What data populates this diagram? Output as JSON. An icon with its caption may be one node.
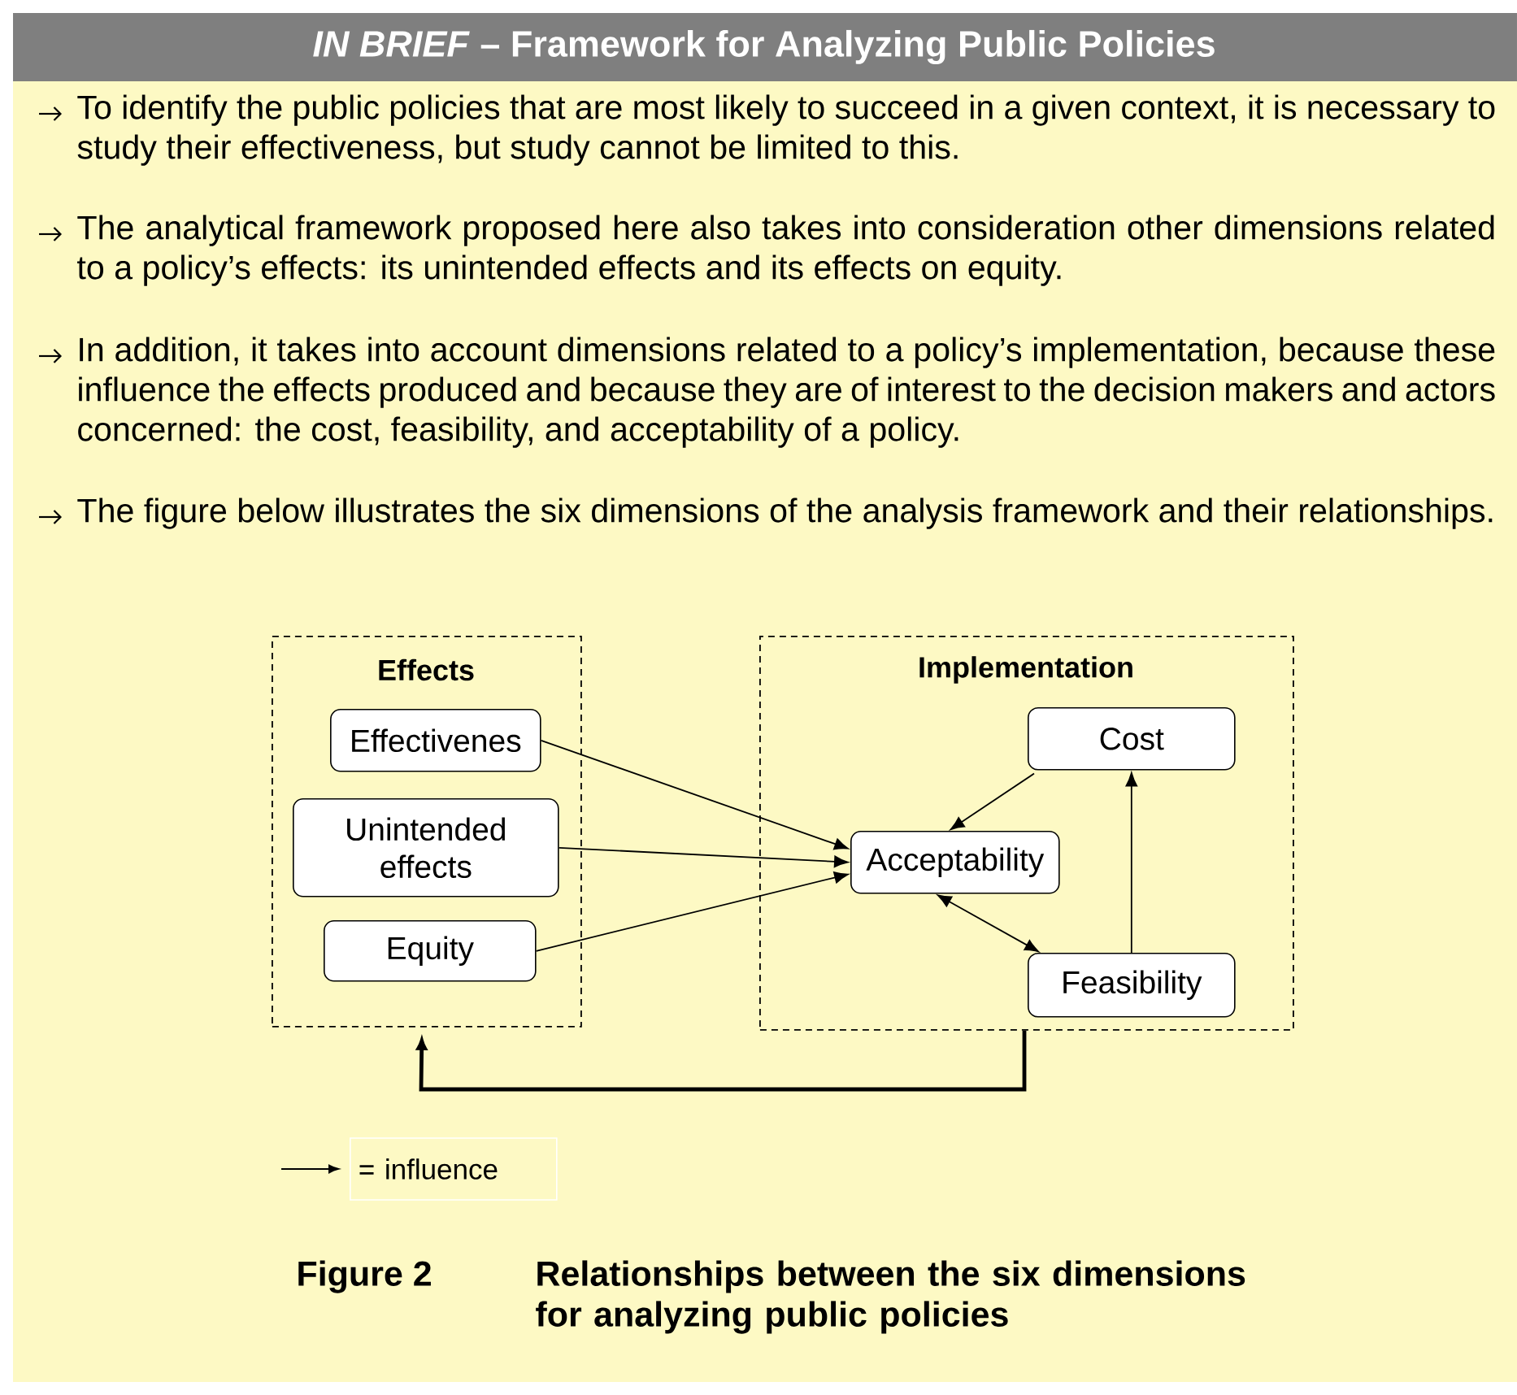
{
  "diagram": {
    "title": "*IN BRIEF* – Framework for Analyzing Public Policies",
    "nodes": [
      {
        "text": [
          "Effects"
        ]
      },
      {
        "text": [
          "Effectivenes"
        ],
        "in": 0
      },
      {
        "text": [
          "Unintended effects"
        ],
        "in": 0
      },
      {
        "text": [
          "Equity"
        ],
        "in": 0
      },
      {
        "text": [
          "Implementation"
        ]
      },
      {
        "text": [
          "Cost"
        ],
        "in": 4
      },
      {
        "text": [
          "Acceptability"
        ],
        "in": 4
      },
      {
        "text": [
          "Feasibility"
        ],
        "in": 4
      }
    ],
    "edges": [
      {
        "from": 1,
        "to": 6,
        "arrow": "to"
      },
      {
        "from": 2,
        "to": 6,
        "arrow": "to"
      },
      {
        "from": 3,
        "to": 6,
        "arrow": "to"
      },
      {
        "from": 5,
        "to": 6,
        "arrow": "to"
      },
      {
        "from": 6,
        "to": 7,
        "arrow": "both"
      },
      {
        "from": 7,
        "to": 5,
        "arrow": "to"
      },
      {
        "from": 4,
        "to": 0,
        "arrow": "to",
        "style": "thick"
      }
    ],
    "labels": [
      "To identify the public policies that are most likely to succeed in a given context, it is necessary to study their effectiveness, but study cannot be limited to this.",
      "The analytical framework proposed here also takes into consideration other dimensions related to a policy’s effects: its unintended effects and its effects on equity.",
      "In addition, it takes into account dimensions related to a policy’s implementation, because these influence the effects produced and because they are of interest to the decision makers and actors concerned: the cost, feasibility, and acceptability of a policy.",
      "The figure below illustrates the six dimensions of the analysis framework and their relationships.",
      "Figure 2",
      "Relationships between the six dimensions for analyzing public policies"
    ],
    "legend": [
      {
        "text": "= influence"
      }
    ]
  }
}
